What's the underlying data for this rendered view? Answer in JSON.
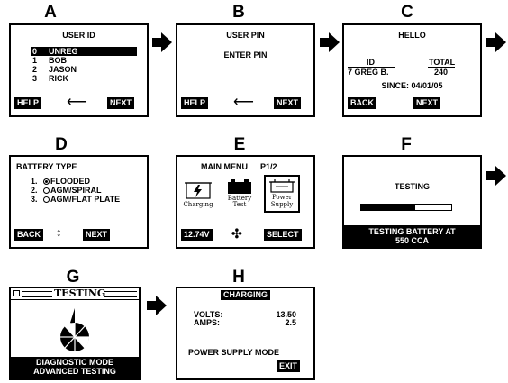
{
  "panels": {
    "A": {
      "letter": "A",
      "title": "USER ID",
      "users": [
        {
          "num": "0",
          "name": "UNREG"
        },
        {
          "num": "1",
          "name": "BOB"
        },
        {
          "num": "2",
          "name": "JASON"
        },
        {
          "num": "3",
          "name": "RICK"
        }
      ],
      "help": "HELP",
      "next": "NEXT",
      "arrow": "⟵"
    },
    "B": {
      "letter": "B",
      "title": "USER PIN",
      "prompt": "ENTER PIN",
      "help": "HELP",
      "next": "NEXT",
      "arrow": "⟵"
    },
    "C": {
      "letter": "C",
      "title": "HELLO",
      "id_header": "ID",
      "total_header": "TOTAL",
      "id_value": "7 GREG B.",
      "total_value": "240",
      "since": "SINCE: 04/01/05",
      "back": "BACK",
      "next": "NEXT"
    },
    "D": {
      "letter": "D",
      "title": "BATTERY TYPE",
      "options": [
        {
          "num": "1.",
          "label": "FLOODED"
        },
        {
          "num": "2.",
          "label": "AGM/SPIRAL"
        },
        {
          "num": "3.",
          "label": "AGM/FLAT PLATE"
        }
      ],
      "back": "BACK",
      "next": "NEXT",
      "updown": "↕"
    },
    "E": {
      "letter": "E",
      "title": "MAIN MENU",
      "page": "P1/2",
      "icons": [
        {
          "label": "Charging",
          "icon": "charging-icon"
        },
        {
          "label": "Battery Test",
          "icon": "battery-icon"
        },
        {
          "label": "Power Supply",
          "icon": "power-supply-icon"
        }
      ],
      "voltage": "12.74V",
      "select": "SELECT",
      "nav": "✣"
    },
    "F": {
      "letter": "F",
      "title": "TESTING",
      "progress": 0.6,
      "status_line1": "TESTING BATTERY AT",
      "status_line2": "550 CCA"
    },
    "G": {
      "letter": "G",
      "title": "TESTING",
      "footer_line1": "DIAGNOSTIC MODE",
      "footer_line2": "ADVANCED TESTING"
    },
    "H": {
      "letter": "H",
      "title": "CHARGING",
      "volts_label": "VOLTS:",
      "volts_value": "13.50",
      "amps_label": "AMPS:",
      "amps_value": "2.5",
      "mode": "POWER SUPPLY MODE",
      "exit": "EXIT"
    }
  }
}
